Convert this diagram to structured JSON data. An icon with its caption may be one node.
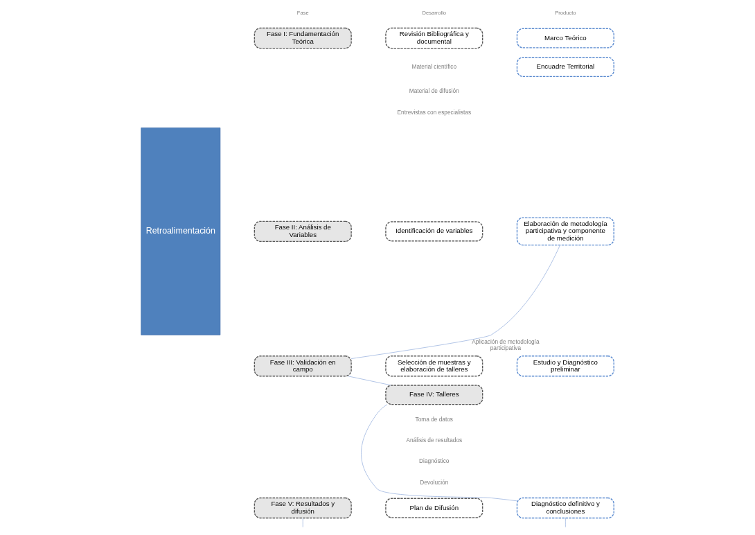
{
  "diagram": {
    "nodes": [
      {
        "text": [
          "Retroalimentación"
        ]
      },
      {
        "text": [
          "Fase I: Fundamentación Teórica"
        ]
      },
      {
        "text": [
          "Revisión Bibliográfica y documental"
        ]
      },
      {
        "text": [
          "Marco Teórico"
        ]
      },
      {
        "text": [
          "Encuadre Territorial"
        ]
      },
      {
        "text": [
          "Fase II: Análisis de Variables"
        ]
      },
      {
        "text": [
          "Identificación de variables"
        ]
      },
      {
        "text": [
          "Elaboración de metodología participativa y componente de medición"
        ]
      },
      {
        "text": [
          "Fase III: Validación en campo"
        ]
      },
      {
        "text": [
          "Selección de muestras y elaboración de talleres"
        ]
      },
      {
        "text": [
          "Estudio y Diagnóstico preliminar"
        ]
      },
      {
        "text": [
          "Fase IV: Talleres"
        ]
      },
      {
        "text": [
          "Fase V: Resultados y difusión"
        ]
      },
      {
        "text": [
          "Plan de Difusión"
        ]
      },
      {
        "text": [
          "Diagnóstico definitivo y conclusiones"
        ]
      }
    ],
    "edges": [
      {
        "from": 8,
        "to": 7,
        "arrow": "none",
        "label": "Aplicación de metodología participativa"
      },
      {
        "from": 8,
        "to": 11,
        "arrow": "none"
      },
      {
        "from": 11,
        "to": 14,
        "arrow": "none"
      },
      {
        "from": 12,
        "to": null,
        "arrow": "none"
      },
      {
        "from": 14,
        "to": null,
        "arrow": "none"
      }
    ],
    "labels": [
      "Fase",
      "Desarrollo",
      "Producto",
      "Material científico",
      "Material de difusión",
      "Entrevistas con especialistas",
      "Toma de datos",
      "Análisis de resultados",
      "Diagnóstico",
      "Devolución"
    ]
  }
}
